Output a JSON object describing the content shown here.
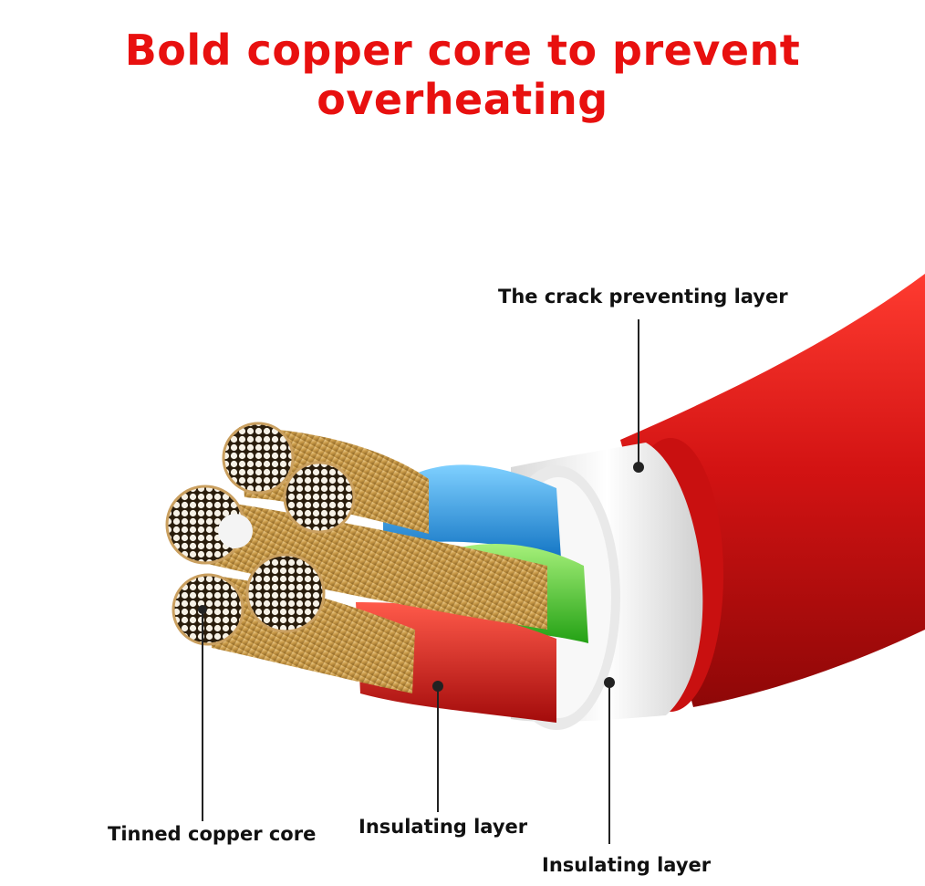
{
  "headline": "Bold copper core to prevent overheating",
  "colors": {
    "headline": "#e8100f",
    "outer_jacket": "#d31313",
    "white_layer": "#f3f3f3",
    "wire_blue": "#1e9be6",
    "wire_green": "#3bcf22",
    "wire_red": "#e01414",
    "copper": "#c99a48",
    "leader_line": "#222222"
  },
  "labels": {
    "crack_layer": "The crack preventing layer",
    "tinned_core": "Tinned copper core",
    "insulating_inner": "Insulating layer",
    "insulating_outer": "Insulating layer"
  },
  "icons": {
    "strand_ends": "circle-cluster",
    "callout_marker": "dot"
  }
}
